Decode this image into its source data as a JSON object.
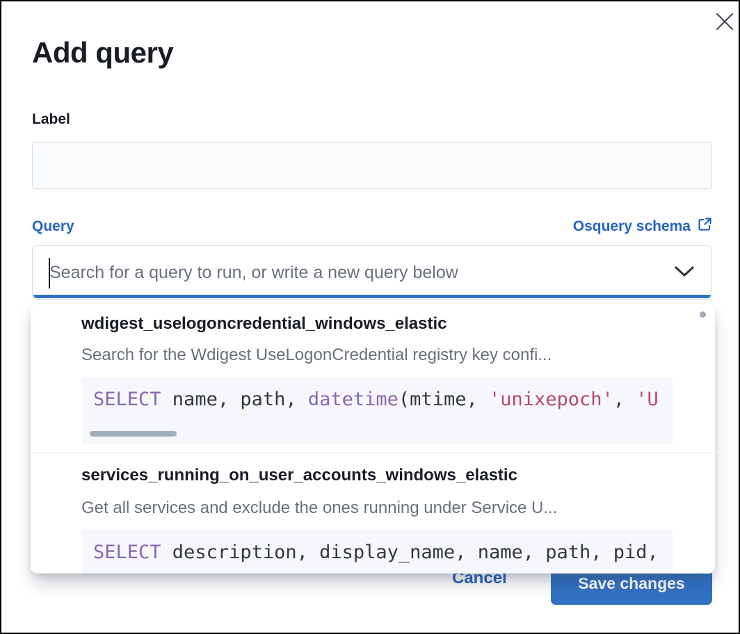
{
  "modal": {
    "title": "Add query",
    "close_icon": "x"
  },
  "form": {
    "label_field": {
      "label": "Label",
      "value": "",
      "placeholder": ""
    },
    "query_field": {
      "label": "Query",
      "schema_link_label": "Osquery schema",
      "schema_link_icon": "external-link",
      "placeholder": "Search for a query to run, or write a new query below",
      "value": "",
      "dropdown_icon": "chevron-down"
    }
  },
  "dropdown": {
    "options": [
      {
        "title": "wdigest_uselogoncredential_windows_elastic",
        "description": "Search for the Wdigest UseLogonCredential registry key confi...",
        "code_tokens": [
          {
            "t": "SELECT",
            "c": "keyword"
          },
          {
            "t": " name, path, ",
            "c": "plain"
          },
          {
            "t": "datetime",
            "c": "keyword"
          },
          {
            "t": "(mtime, ",
            "c": "plain"
          },
          {
            "t": "'unixepoch'",
            "c": "string"
          },
          {
            "t": ", ",
            "c": "plain"
          },
          {
            "t": "'U",
            "c": "string"
          }
        ]
      },
      {
        "title": "services_running_on_user_accounts_windows_elastic",
        "description": "Get all services and exclude the ones running under Service U...",
        "code_tokens": [
          {
            "t": "SELECT",
            "c": "keyword"
          },
          {
            "t": " description, display_name, name, path, pid,",
            "c": "plain"
          }
        ]
      }
    ]
  },
  "footer": {
    "cancel_label": "Cancel",
    "save_label": "Save changes"
  },
  "colors": {
    "primary_button": "#3272c3",
    "link_blue": "#2563c1",
    "focus_underline": "#3272c3",
    "title_text": "#1a1d26",
    "muted_text": "#69707d",
    "code_keyword": "#8668ad",
    "code_string": "#b8496b",
    "code_plain": "#343741",
    "code_bg": "#f6f7fa",
    "scrollbar": "#a4adbb"
  }
}
